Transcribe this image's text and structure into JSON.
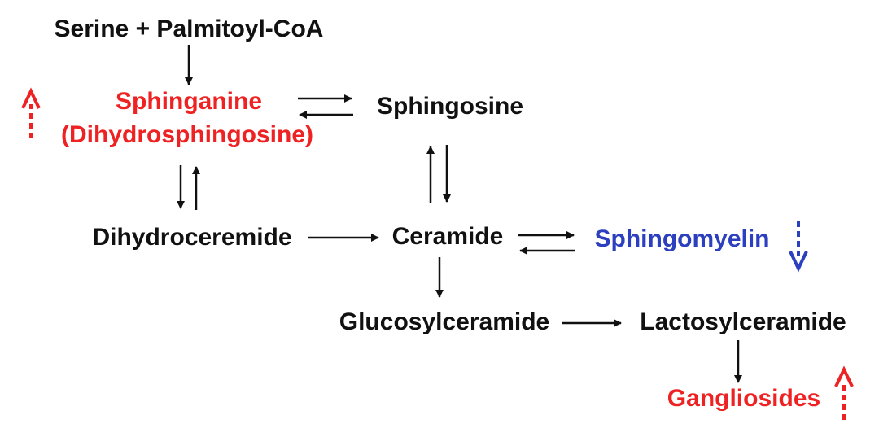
{
  "colors": {
    "normal": "#111111",
    "increased": "#ee2222",
    "decreased": "#2b3fbf"
  },
  "nodes": {
    "serine_palmitoyl_coa": "Serine + Palmitoyl-CoA",
    "sphinganine": "Sphinganine",
    "sphinganine_alt": "(Dihydrosphingosine)",
    "sphingosine": "Sphingosine",
    "dihydroceramide": "Dihydroceremide",
    "ceramide": "Ceramide",
    "sphingomyelin": "Sphingomyelin",
    "glucosylceramide": "Glucosylceramide",
    "lactosylceramide": "Lactosylceramide",
    "gangliosides": "Gangliosides"
  },
  "indicators": [
    {
      "node": "sphinganine",
      "direction": "up",
      "color": "#ee2222",
      "icon": "dashed-up-arrow-icon"
    },
    {
      "node": "sphingomyelin",
      "direction": "down",
      "color": "#2b3fbf",
      "icon": "dashed-down-arrow-icon"
    },
    {
      "node": "gangliosides",
      "direction": "up",
      "color": "#ee2222",
      "icon": "dashed-up-arrow-icon"
    }
  ],
  "reactions": [
    {
      "from": "serine_palmitoyl_coa",
      "to": "sphinganine",
      "type": "forward"
    },
    {
      "from": "sphinganine",
      "to": "sphingosine",
      "type": "reversible"
    },
    {
      "from": "sphinganine",
      "to": "dihydroceramide",
      "type": "reversible"
    },
    {
      "from": "sphingosine",
      "to": "ceramide",
      "type": "reversible"
    },
    {
      "from": "dihydroceramide",
      "to": "ceramide",
      "type": "forward"
    },
    {
      "from": "ceramide",
      "to": "sphingomyelin",
      "type": "reversible"
    },
    {
      "from": "ceramide",
      "to": "glucosylceramide",
      "type": "forward"
    },
    {
      "from": "glucosylceramide",
      "to": "lactosylceramide",
      "type": "forward"
    },
    {
      "from": "lactosylceramide",
      "to": "gangliosides",
      "type": "forward"
    }
  ]
}
